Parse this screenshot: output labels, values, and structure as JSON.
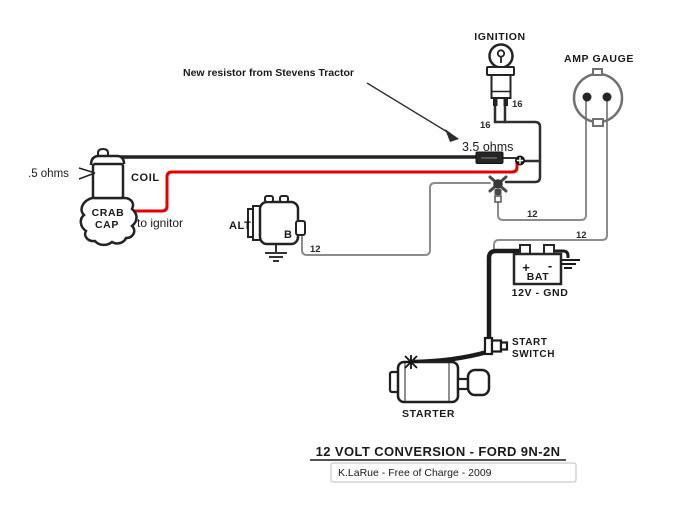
{
  "diagram": {
    "note": {
      "text": "New resistor from Stevens Tractor"
    },
    "labels": {
      "ignition": "IGNITION",
      "amp_gauge": "AMP GAUGE",
      "coil": "COIL",
      "coil_resistance": ".5 ohms",
      "crab_cap_line1": "CRAB",
      "crab_cap_line2": "CAP",
      "to_ignitor": "to ignitor",
      "resistor_value": "3.5 ohms",
      "alt": "ALT",
      "alt_terminal_b": "B",
      "bat": "BAT",
      "bat_plus": "+",
      "bat_minus": "-",
      "bat_caption": "12V - GND",
      "start_switch_line1": "START",
      "start_switch_line2": "SWITCH",
      "starter": "STARTER"
    },
    "wire_gauges": {
      "ignition_upper": "16",
      "ignition_lower": "16",
      "alt_to_junction": "12",
      "junction_to_amp": "12",
      "amp_to_battery": "12"
    },
    "footer": {
      "title": "12 VOLT CONVERSION - FORD 9N-2N",
      "credit": "K.LaRue - Free of Charge - 2009"
    },
    "colors": {
      "hot_wire_red": "#e60000",
      "wire_dark": "#2e2e2e",
      "wire_gray": "#8c8c8c"
    }
  }
}
